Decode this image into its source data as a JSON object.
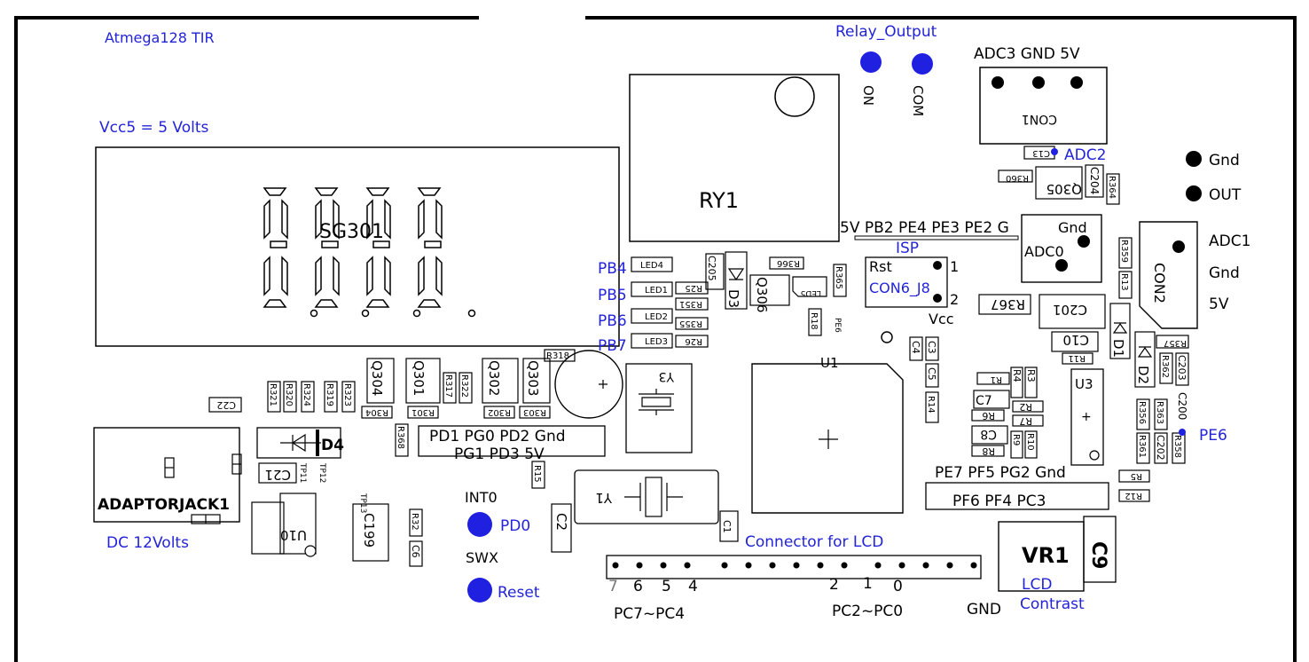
{
  "board": {
    "title": "Atmega128 TIR",
    "vcc_note": "Vcc5 = 5 Volts",
    "dc_note": "DC 12Volts"
  },
  "relay": {
    "title": "Relay_Output",
    "pin_on": "ON",
    "pin_com": "COM",
    "ref": "RY1"
  },
  "con1": {
    "ref": "CON1",
    "pins": [
      "ADC3",
      "GND",
      "5V"
    ],
    "pin_header": "ADC3 GND 5V",
    "adc2": "ADC2"
  },
  "out_connector": {
    "gnd": "Gnd",
    "out": "OUT"
  },
  "con2": {
    "ref": "CON2",
    "pins": [
      "ADC1",
      "Gnd",
      "5V"
    ]
  },
  "adc0_block": {
    "gnd": "Gnd",
    "adc0": "ADC0"
  },
  "isp": {
    "pins_label": "5V PB2 PE4 PE3 PE2 G",
    "title": "ISP",
    "rst": "Rst",
    "ref": "CON6_J8",
    "pin1": "1",
    "pin2": "2",
    "vcc": "Vcc"
  },
  "display": {
    "ref": "SG301"
  },
  "leds": [
    {
      "port": "PB4",
      "ref": "LED4",
      "res": ""
    },
    {
      "port": "PB5",
      "ref": "LED1",
      "res": "R25"
    },
    {
      "port": "PB6",
      "ref": "LED2",
      "res": "R355"
    },
    {
      "port": "PB7",
      "ref": "LED3",
      "res": "R26"
    }
  ],
  "portd_header": {
    "top": "PD1 PG0 PD2 Gnd",
    "bottom": "PG1 PD3 5V"
  },
  "switches": {
    "int0": "INT0",
    "pd0": "PD0",
    "swx": "SWX",
    "reset": "Reset"
  },
  "lcd": {
    "title": "Connector for LCD",
    "pin_nums": [
      "7",
      "6",
      "5",
      "4",
      "2",
      "1",
      "0"
    ],
    "left_label": "PC7~PC4",
    "mid_label": "PC2~PC0",
    "gnd": "GND",
    "vr1": "VR1",
    "c9": "C9",
    "contrast_1": "LCD",
    "contrast_2": "Contrast"
  },
  "portf_header": {
    "top": "PE7 PF5 PG2 Gnd",
    "bottom": "PF6 PF4 PC3"
  },
  "chips": {
    "u1": "U1",
    "u3": "U3",
    "y1": "Y1",
    "y3": "Y3",
    "u10": "U10",
    "adaptor": "ADAPTORJACK1",
    "d4": "D4"
  },
  "pe6_label": "PE6",
  "components": {
    "c13": "C13",
    "r360": "R360",
    "q305": "Q305",
    "c204": "C204",
    "r364": "R364",
    "r359": "R359",
    "r13": "R13",
    "r367": "R367",
    "c201": "C201",
    "c10": "C10",
    "r11": "R11",
    "d1": "D1",
    "r357": "R357",
    "d2": "D2",
    "r362": "R362",
    "c203": "C203",
    "c200": "C200",
    "r356": "R356",
    "r363": "R363",
    "r361": "R361",
    "c202": "C202",
    "r358": "R358",
    "r5": "R5",
    "r12": "R12",
    "r1": "R1",
    "r4": "R4",
    "r3": "R3",
    "c7": "C7",
    "r2": "R2",
    "r6": "R6",
    "r7": "R7",
    "c8": "C8",
    "r9": "R9",
    "r10": "R10",
    "r8": "R8",
    "c4": "C4",
    "c3": "C3",
    "c5": "C5",
    "r14": "R14",
    "r18": "R18",
    "pe6_small": "PE6",
    "c205": "C205",
    "d3": "D3",
    "r366": "R366",
    "q306": "Q306",
    "led5": "LED5",
    "r365": "R365",
    "r351": "R351",
    "r318": "R318",
    "q304": "Q304",
    "q301": "Q301",
    "q302": "Q302",
    "q303": "Q303",
    "r317": "R317",
    "r322": "R322",
    "r304": "R304",
    "r301": "R301",
    "r302": "R302",
    "r303": "R303",
    "r321": "R321",
    "r320": "R320",
    "r324": "R324",
    "r319": "R319",
    "r323": "R323",
    "c22": "C22",
    "r368": "R368",
    "c21": "C21",
    "tp11": "TP11",
    "tp12": "TP12",
    "tp13": "TP13",
    "c199": "C199",
    "r32": "R32",
    "c6": "C6",
    "r15": "R15",
    "c2": "C2",
    "c1": "C1"
  },
  "colors": {
    "ink": "#000000",
    "annotation": "#2323d8"
  }
}
